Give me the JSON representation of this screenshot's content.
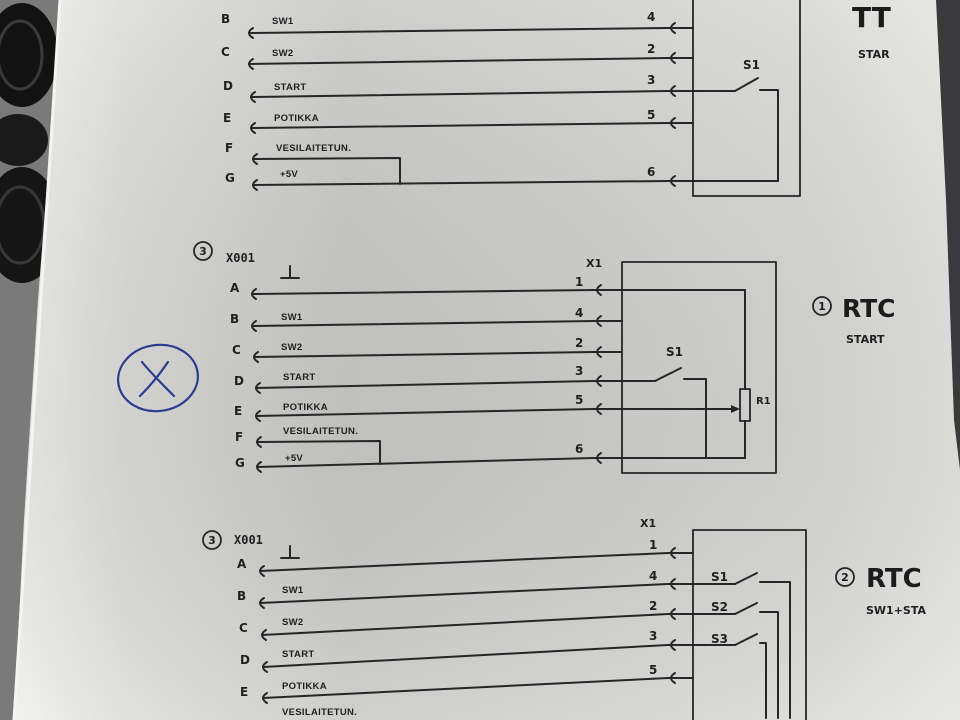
{
  "top_section": {
    "rows": [
      {
        "letter": "B",
        "wire": "SW1",
        "pin": "4"
      },
      {
        "letter": "C",
        "wire": "SW2",
        "pin": "2"
      },
      {
        "letter": "D",
        "wire": "START",
        "pin": "3"
      },
      {
        "letter": "E",
        "wire": "POTIKKA",
        "pin": "5"
      },
      {
        "letter": "F",
        "wire": "VESILAITETUN."
      },
      {
        "letter": "G",
        "wire": "+5V",
        "pin": "6"
      }
    ],
    "switch": "S1",
    "title": "TT",
    "subtitle": "STAR"
  },
  "middle_section": {
    "ref_number": "3",
    "connector": "X001",
    "terminal": "X1",
    "rows": [
      {
        "letter": "A",
        "pin": "1"
      },
      {
        "letter": "B",
        "wire": "SW1",
        "pin": "4"
      },
      {
        "letter": "C",
        "wire": "SW2",
        "pin": "2"
      },
      {
        "letter": "D",
        "wire": "START",
        "pin": "3"
      },
      {
        "letter": "E",
        "wire": "POTIKKA",
        "pin": "5"
      },
      {
        "letter": "F",
        "wire": "VESILAITETUN."
      },
      {
        "letter": "G",
        "wire": "+5V",
        "pin": "6"
      }
    ],
    "switch": "S1",
    "resistor": "R1",
    "diagram_number": "1",
    "title": "RTC",
    "subtitle": "START"
  },
  "bottom_section": {
    "ref_number": "3",
    "connector": "X001",
    "terminal": "X1",
    "rows": [
      {
        "letter": "A",
        "pin": "1"
      },
      {
        "letter": "B",
        "wire": "SW1",
        "pin": "4"
      },
      {
        "letter": "C",
        "wire": "SW2",
        "pin": "2"
      },
      {
        "letter": "D",
        "wire": "START",
        "pin": "3"
      },
      {
        "letter": "E",
        "wire": "POTIKKA",
        "pin": "5"
      },
      {
        "wire": "VESILAITETUN."
      }
    ],
    "switches": [
      "S1",
      "S2",
      "S3"
    ],
    "diagram_number": "2",
    "title": "RTC",
    "subtitle": "SW1+STA"
  },
  "annotation": {
    "handwritten_mark": "X"
  },
  "icons": {
    "ground": "ground-icon",
    "connector": "plug-connector-icon"
  },
  "colors": {
    "ink": "#262626",
    "pen": "#2b3c8f",
    "paper": "#d6d6d4",
    "background": "#3a3a3c"
  }
}
